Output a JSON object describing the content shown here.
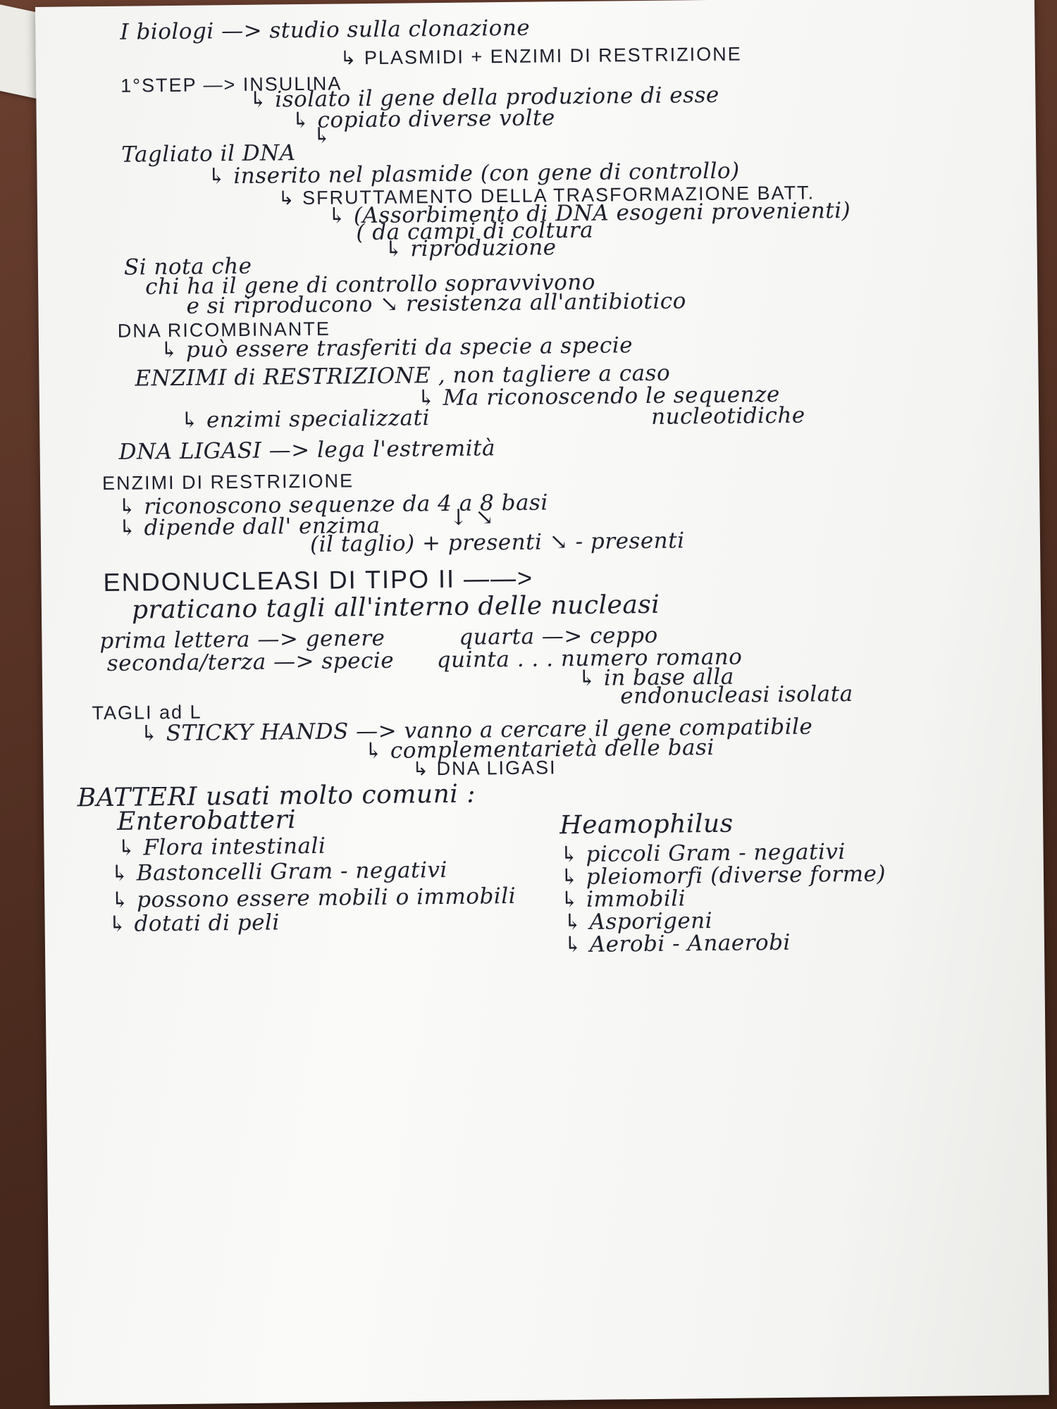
{
  "lines": {
    "l01": "I biologi —> studio sulla clonazione",
    "l02": "↳ PLASMIDI + ENZIMI DI RESTRIZIONE",
    "l03": "1°STEP —> INSULINA",
    "l04": "↳ isolato il gene della produzione di esse",
    "l05": "↳ copiato diverse volte",
    "l06": "↳",
    "l07": "Tagliato il DNA",
    "l08": "↳ inserito nel plasmide (con gene di controllo)",
    "l09": "↳ SFRUTTAMENTO DELLA TRASFORMAZIONE BATT.",
    "l10": "↳ (Assorbimento di DNA esogeni provenienti)",
    "l11": "( da campi di coltura",
    "l12": "↳ riproduzione",
    "l13": "Si nota che",
    "l14": "chi ha il gene di controllo sopravvivono",
    "l15": "e si riproducono ↘ resistenza all'antibiotico",
    "l16": "DNA RICOMBINANTE",
    "l17": "↳ può essere trasferiti da specie a specie",
    "l18": "ENZIMI di RESTRIZIONE , non tagliere a caso",
    "l19": "↳ Ma riconoscendo le sequenze",
    "l20": "↳ enzimi specializzati",
    "l21": "nucleotidiche",
    "l22": "DNA LIGASI —> lega l'estremità",
    "l23": "ENZIMI DI RESTRIZIONE",
    "l24": "↳ riconoscono sequenze da 4 a 8 basi",
    "l25": "↳ dipende dall' enzima",
    "l26": "↓        ↘",
    "l27": "(il taglio)   + presenti   ↘ - presenti",
    "l28": "ENDONUCLEASI DI TIPO II ——>",
    "l29": "praticano tagli all'interno delle nucleasi",
    "l30": "prima lettera —> genere",
    "l31": "quarta —> ceppo",
    "l32": "seconda/terza —> specie",
    "l33": "quinta . . .  numero romano",
    "l34": "↳ in base alla",
    "l35": "endonucleasi isolata",
    "l36": "TAGLI ad L",
    "l37": "↳ STICKY HANDS —> vanno a cercare il gene compatibile",
    "l38": "↳ complementarietà delle basi",
    "l39": "↳ DNA LIGASI",
    "l40": "BATTERI usati molto comuni :",
    "l41": "Enterobatteri",
    "l42": "Heamophilus",
    "l43": "↳ Flora intestinali",
    "l44": "↳ Bastoncelli Gram - negativi",
    "l45": "↳ possono essere mobili o immobili",
    "l46": "↳ dotati di peli",
    "l47": "↳ piccoli Gram - negativi",
    "l48": "↳ pleiomorfi (diverse forme)",
    "l49": "↳ immobili",
    "l50": "↳ Asporigeni",
    "l51": "↳ Aerobi - Anaerobi"
  }
}
